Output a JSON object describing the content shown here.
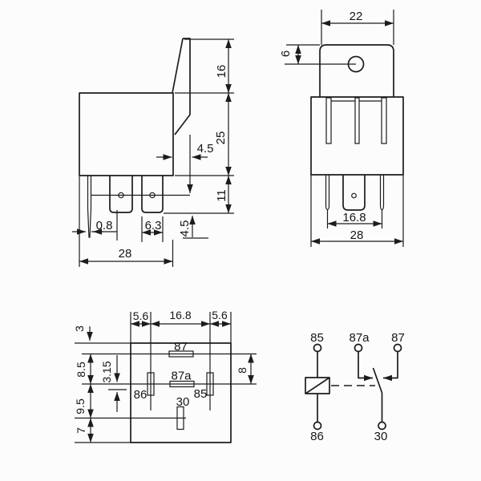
{
  "colors": {
    "line": "#1c1c1c",
    "background": "#fcfcfc"
  },
  "side_view": {
    "tab_height": "16",
    "body_height": "25",
    "pin_length": "11",
    "tab_offset": "4.5",
    "pin_thickness": "0.8",
    "blade_width": "6.3",
    "pin_tip_length": "4.5",
    "body_width": "28"
  },
  "front_view": {
    "tab_width": "22",
    "hole_offset": "6",
    "pin_spacing": "16.8",
    "body_width": "28"
  },
  "bottom_view": {
    "margin_left": "5.6",
    "pin_span": "16.8",
    "margin_right": "5.6",
    "edge_to_87": "3",
    "spacing_87_87a": "8.5",
    "half_slot": "3.15",
    "spacing_87a_30": "9.5",
    "spacing_30_edge": "7",
    "right_spacing": "8",
    "pin_87": "87",
    "pin_87a": "87a",
    "pin_86": "86",
    "pin_85": "85",
    "pin_30": "30"
  },
  "schematic": {
    "pin_85": "85",
    "pin_87a": "87a",
    "pin_87": "87",
    "pin_86": "86",
    "pin_30": "30"
  }
}
